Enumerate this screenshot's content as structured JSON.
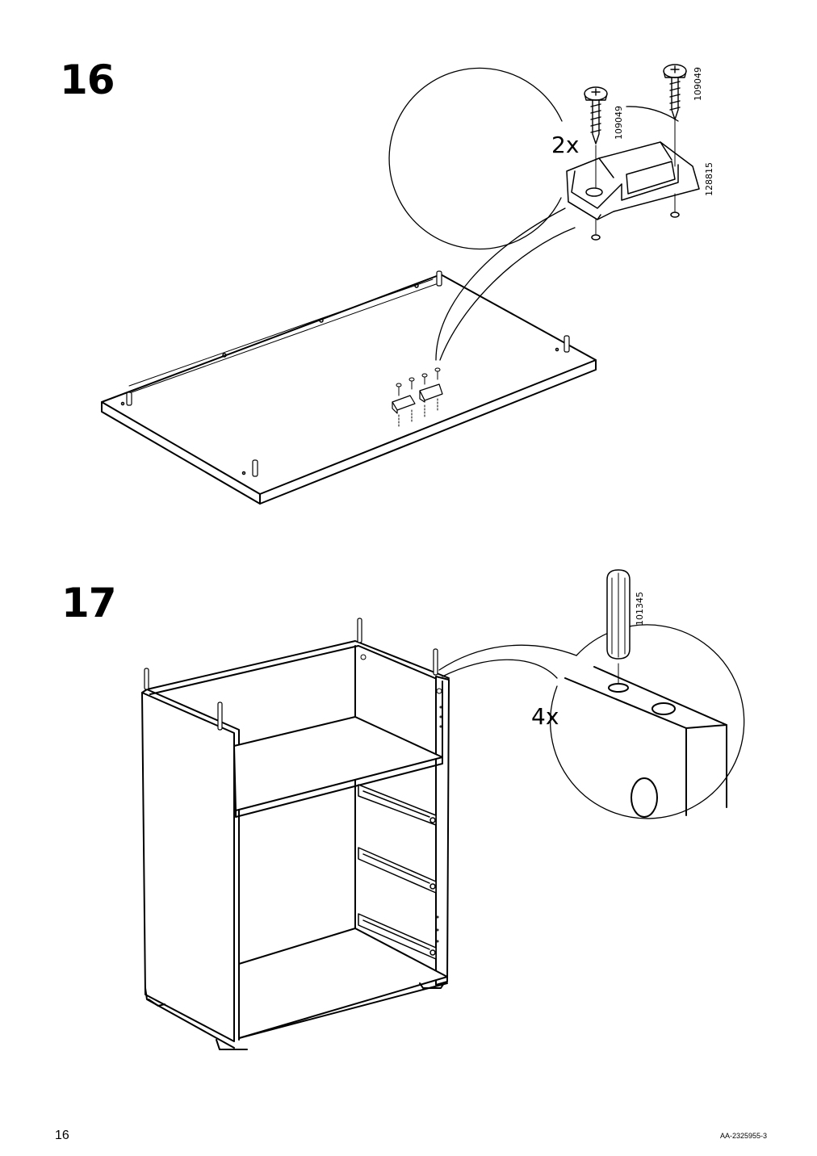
{
  "steps": [
    {
      "number": "16",
      "quantity": "2x",
      "part_numbers": [
        "109049",
        "109049",
        "128815"
      ]
    },
    {
      "number": "17",
      "quantity": "4x",
      "part_numbers": [
        "101345"
      ]
    }
  ],
  "footer": {
    "page_number": "16",
    "document_code": "AA-2325955-3"
  },
  "icons": [
    "wood-screw-icon",
    "drawer-stop-bracket-icon",
    "wooden-dowel-icon"
  ]
}
